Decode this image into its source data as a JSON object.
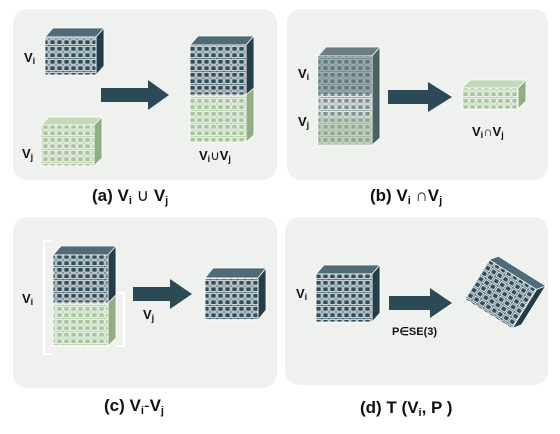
{
  "panels": {
    "a": {
      "caption": {
        "prefix": "(a) V",
        "s1": "i",
        "op": "∪",
        "v2": "V",
        "s2": "j"
      },
      "label_top": {
        "v": "V",
        "s": "i"
      },
      "label_bottom": {
        "v": "V",
        "s": "j"
      },
      "result": {
        "v1": "V",
        "s1": "i",
        "op": "∪",
        "v2": "V",
        "s2": "j"
      }
    },
    "b": {
      "caption": {
        "prefix": "(b) V",
        "s1": "i",
        "op": "∩",
        "v2": "V",
        "s2": "j"
      },
      "label_top": {
        "v": "V",
        "s": "i"
      },
      "label_bottom": {
        "v": "V",
        "s": "j"
      },
      "result": {
        "v1": "V",
        "s1": "i",
        "op": "∩",
        "v2": "V",
        "s2": "j"
      }
    },
    "c": {
      "caption": {
        "prefix": "(c) V",
        "s1": "i",
        "op": "-",
        "v2": "V",
        "s2": "j"
      },
      "label_left": {
        "v": "V",
        "s": "i"
      },
      "label_right": {
        "v": "V",
        "s": "j"
      }
    },
    "d": {
      "caption": {
        "text": "(d) T (V",
        "s1": "i",
        "rest": ", P )"
      },
      "label_left": {
        "v": "V",
        "s": "i"
      },
      "transform": "P∈SE(3)"
    }
  },
  "colors": {
    "dark": "#2f4d5a",
    "dark_top": "#4f6b77",
    "light": "#a8c49c",
    "light_top": "#c3d9b8",
    "arrow": "#2b4a56",
    "panel": "#eef1ee"
  }
}
